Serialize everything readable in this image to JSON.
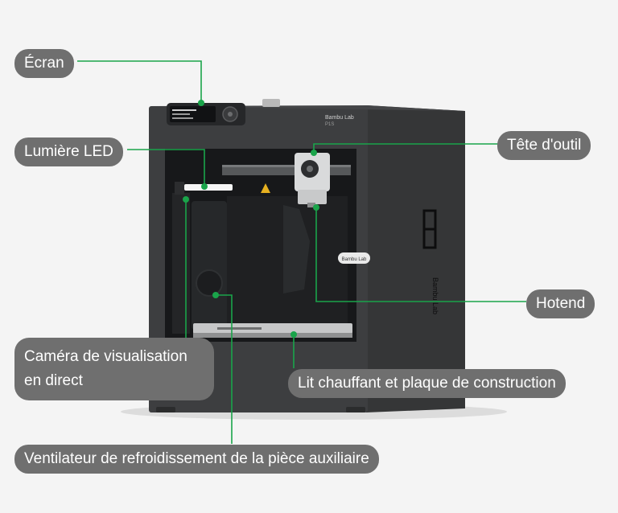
{
  "brand": {
    "top_badge": "Bambu Lab",
    "model": "P1S",
    "side_logo": "Bambu Lab",
    "side_tag": "Bambu Lab"
  },
  "colors": {
    "leader_line": "#1aa44a",
    "label_bg": "#6f6f6f",
    "label_text": "#ffffff",
    "printer_body": "#3a3b3c",
    "background": "#f4f4f4"
  },
  "callouts": {
    "screen": "Écran",
    "led": "Lumière LED",
    "toolhead": "Tête d'outil",
    "hotend": "Hotend",
    "camera": "Caméra de visualisation en direct",
    "bed": "Lit chauffant et plaque de construction",
    "fan": "Ventilateur de refroidissement de la pièce auxiliaire"
  }
}
